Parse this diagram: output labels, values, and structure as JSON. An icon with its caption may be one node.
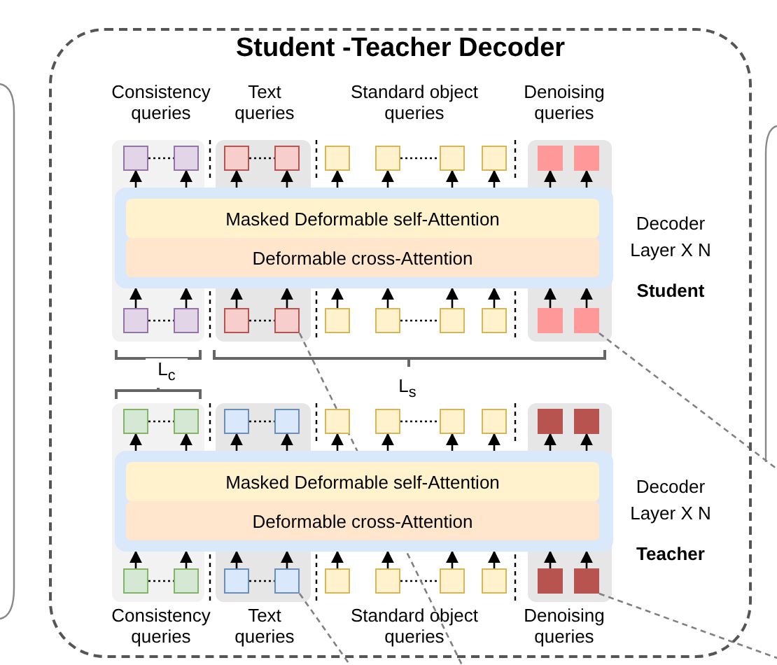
{
  "diagram": {
    "nodes": [
      {
        "text": [
          "Student -Teacher Decoder"
        ]
      },
      {
        "text": [],
        "shape": "box",
        "in": 0
      },
      {
        "text": [],
        "shape": "box",
        "in": 0
      },
      {
        "text": [],
        "shape": "box",
        "in": 0
      },
      {
        "text": [],
        "shape": "box",
        "in": 0
      },
      {
        "text": [],
        "shape": "box",
        "in": 0
      },
      {
        "text": [],
        "shape": "box",
        "in": 0
      },
      {
        "text": [],
        "shape": "box",
        "in": 0
      },
      {
        "text": [],
        "shape": "box",
        "in": 0
      },
      {
        "text": [],
        "shape": "box",
        "in": 0
      },
      {
        "text": [],
        "shape": "box",
        "in": 0
      },
      {
        "text": [],
        "shape": "box",
        "in": 0,
        "beside": [
          "Decoder Layer X N",
          "Student"
        ]
      },
      {
        "text": [
          "Masked Deformable self-Attention"
        ],
        "in": 11
      },
      {
        "text": [
          "Deformable cross-Attention"
        ],
        "in": 11
      },
      {
        "text": [],
        "shape": "box",
        "in": 0
      },
      {
        "text": [],
        "shape": "box",
        "in": 0
      },
      {
        "text": [],
        "shape": "box",
        "in": 0
      },
      {
        "text": [],
        "shape": "box",
        "in": 0
      },
      {
        "text": [],
        "shape": "box",
        "in": 0
      },
      {
        "text": [],
        "shape": "box",
        "in": 0
      },
      {
        "text": [],
        "shape": "box",
        "in": 0
      },
      {
        "text": [],
        "shape": "box",
        "in": 0
      },
      {
        "text": [],
        "shape": "box",
        "in": 0
      },
      {
        "text": [],
        "shape": "box",
        "in": 0
      },
      {
        "text": [],
        "shape": "box",
        "in": 0
      },
      {
        "text": [],
        "shape": "box",
        "in": 0
      },
      {
        "text": [],
        "shape": "box",
        "in": 0
      },
      {
        "text": [],
        "shape": "box",
        "in": 0
      },
      {
        "text": [],
        "shape": "box",
        "in": 0
      },
      {
        "text": [],
        "shape": "box",
        "in": 0
      },
      {
        "text": [],
        "shape": "box",
        "in": 0
      },
      {
        "text": [],
        "shape": "box",
        "in": 0
      },
      {
        "text": [],
        "shape": "box",
        "in": 0
      },
      {
        "text": [],
        "shape": "box",
        "in": 0
      },
      {
        "text": [],
        "shape": "box",
        "in": 0,
        "beside": [
          "Decoder Layer X N",
          "Teacher"
        ]
      },
      {
        "text": [
          "Masked Deformable self-Attention"
        ],
        "in": 34
      },
      {
        "text": [
          "Deformable cross-Attention"
        ],
        "in": 34
      },
      {
        "text": [],
        "shape": "box",
        "in": 0
      },
      {
        "text": [],
        "shape": "box",
        "in": 0
      },
      {
        "text": [],
        "shape": "box",
        "in": 0
      },
      {
        "text": [],
        "shape": "box",
        "in": 0
      },
      {
        "text": [],
        "shape": "box",
        "in": 0
      },
      {
        "text": [],
        "shape": "box",
        "in": 0
      },
      {
        "text": [],
        "shape": "box",
        "in": 0
      },
      {
        "text": [],
        "shape": "box",
        "in": 0
      },
      {
        "text": [],
        "shape": "box",
        "in": 0
      },
      {
        "text": [],
        "shape": "box",
        "in": 0
      }
    ],
    "edges": [
      {
        "from": 1,
        "to": 2,
        "arrow": "none",
        "style": "dashed"
      },
      {
        "from": 3,
        "to": 4,
        "arrow": "none",
        "style": "dashed"
      },
      {
        "from": 6,
        "to": 7,
        "arrow": "none",
        "style": "dashed"
      },
      {
        "from": 11,
        "to": 1,
        "arrow": "to"
      },
      {
        "from": 11,
        "to": 2,
        "arrow": "to"
      },
      {
        "from": 11,
        "to": 3,
        "arrow": "to"
      },
      {
        "from": 11,
        "to": 4,
        "arrow": "to"
      },
      {
        "from": 11,
        "to": 5,
        "arrow": "to"
      },
      {
        "from": 11,
        "to": 6,
        "arrow": "to"
      },
      {
        "from": 11,
        "to": 7,
        "arrow": "to"
      },
      {
        "from": 11,
        "to": 8,
        "arrow": "to"
      },
      {
        "from": 11,
        "to": 9,
        "arrow": "to"
      },
      {
        "from": 11,
        "to": 10,
        "arrow": "to"
      },
      {
        "from": 14,
        "to": 11,
        "arrow": "to"
      },
      {
        "from": 15,
        "to": 11,
        "arrow": "to"
      },
      {
        "from": 16,
        "to": 11,
        "arrow": "to"
      },
      {
        "from": 17,
        "to": 11,
        "arrow": "to"
      },
      {
        "from": 18,
        "to": 11,
        "arrow": "to"
      },
      {
        "from": 19,
        "to": 11,
        "arrow": "to"
      },
      {
        "from": 20,
        "to": 11,
        "arrow": "to"
      },
      {
        "from": 21,
        "to": 11,
        "arrow": "to"
      },
      {
        "from": 22,
        "to": 11,
        "arrow": "to"
      },
      {
        "from": 23,
        "to": 11,
        "arrow": "to"
      },
      {
        "from": 14,
        "to": 15,
        "arrow": "none",
        "style": "dashed"
      },
      {
        "from": 16,
        "to": 17,
        "arrow": "none",
        "style": "dashed"
      },
      {
        "from": 19,
        "to": 20,
        "arrow": "none",
        "style": "dashed"
      },
      {
        "from": 24,
        "to": 25,
        "arrow": "none",
        "style": "dashed"
      },
      {
        "from": 26,
        "to": 27,
        "arrow": "none",
        "style": "dashed"
      },
      {
        "from": 29,
        "to": 30,
        "arrow": "none",
        "style": "dashed"
      },
      {
        "from": 34,
        "to": 24,
        "arrow": "to"
      },
      {
        "from": 34,
        "to": 25,
        "arrow": "to"
      },
      {
        "from": 34,
        "to": 26,
        "arrow": "to"
      },
      {
        "from": 34,
        "to": 27,
        "arrow": "to"
      },
      {
        "from": 34,
        "to": 28,
        "arrow": "to"
      },
      {
        "from": 34,
        "to": 29,
        "arrow": "to"
      },
      {
        "from": 34,
        "to": 30,
        "arrow": "to"
      },
      {
        "from": 34,
        "to": 31,
        "arrow": "to"
      },
      {
        "from": 34,
        "to": 32,
        "arrow": "to"
      },
      {
        "from": 34,
        "to": 33,
        "arrow": "to"
      },
      {
        "from": 37,
        "to": 34,
        "arrow": "to"
      },
      {
        "from": 38,
        "to": 34,
        "arrow": "to"
      },
      {
        "from": 39,
        "to": 34,
        "arrow": "to"
      },
      {
        "from": 40,
        "to": 34,
        "arrow": "to"
      },
      {
        "from": 41,
        "to": 34,
        "arrow": "to"
      },
      {
        "from": 42,
        "to": 34,
        "arrow": "to"
      },
      {
        "from": 43,
        "to": 34,
        "arrow": "to"
      },
      {
        "from": 44,
        "to": 34,
        "arrow": "to"
      },
      {
        "from": 45,
        "to": 34,
        "arrow": "to"
      },
      {
        "from": 46,
        "to": 34,
        "arrow": "to"
      },
      {
        "from": 37,
        "to": 38,
        "arrow": "none",
        "style": "dashed"
      },
      {
        "from": 39,
        "to": 40,
        "arrow": "none",
        "style": "dashed"
      },
      {
        "from": 42,
        "to": 43,
        "arrow": "none",
        "style": "dashed"
      },
      {
        "from": 17,
        "to": null,
        "arrow": "none",
        "style": "dashed",
        "color": "#808080"
      },
      {
        "from": 23,
        "to": null,
        "arrow": "none",
        "style": "dashed",
        "color": "#808080"
      },
      {
        "from": 40,
        "to": null,
        "arrow": "none",
        "style": "dashed",
        "color": "#808080"
      },
      {
        "from": 46,
        "to": null,
        "arrow": "none",
        "style": "dashed",
        "color": "#808080"
      }
    ],
    "labels": [
      "Consistency queries",
      "Text queries",
      "Standard object queries",
      "Denoising queries",
      "L$_{c}$",
      "L$_{s}$",
      "Consistency queries",
      "Text queries",
      "Standard object queries",
      "Denoising queries"
    ]
  }
}
